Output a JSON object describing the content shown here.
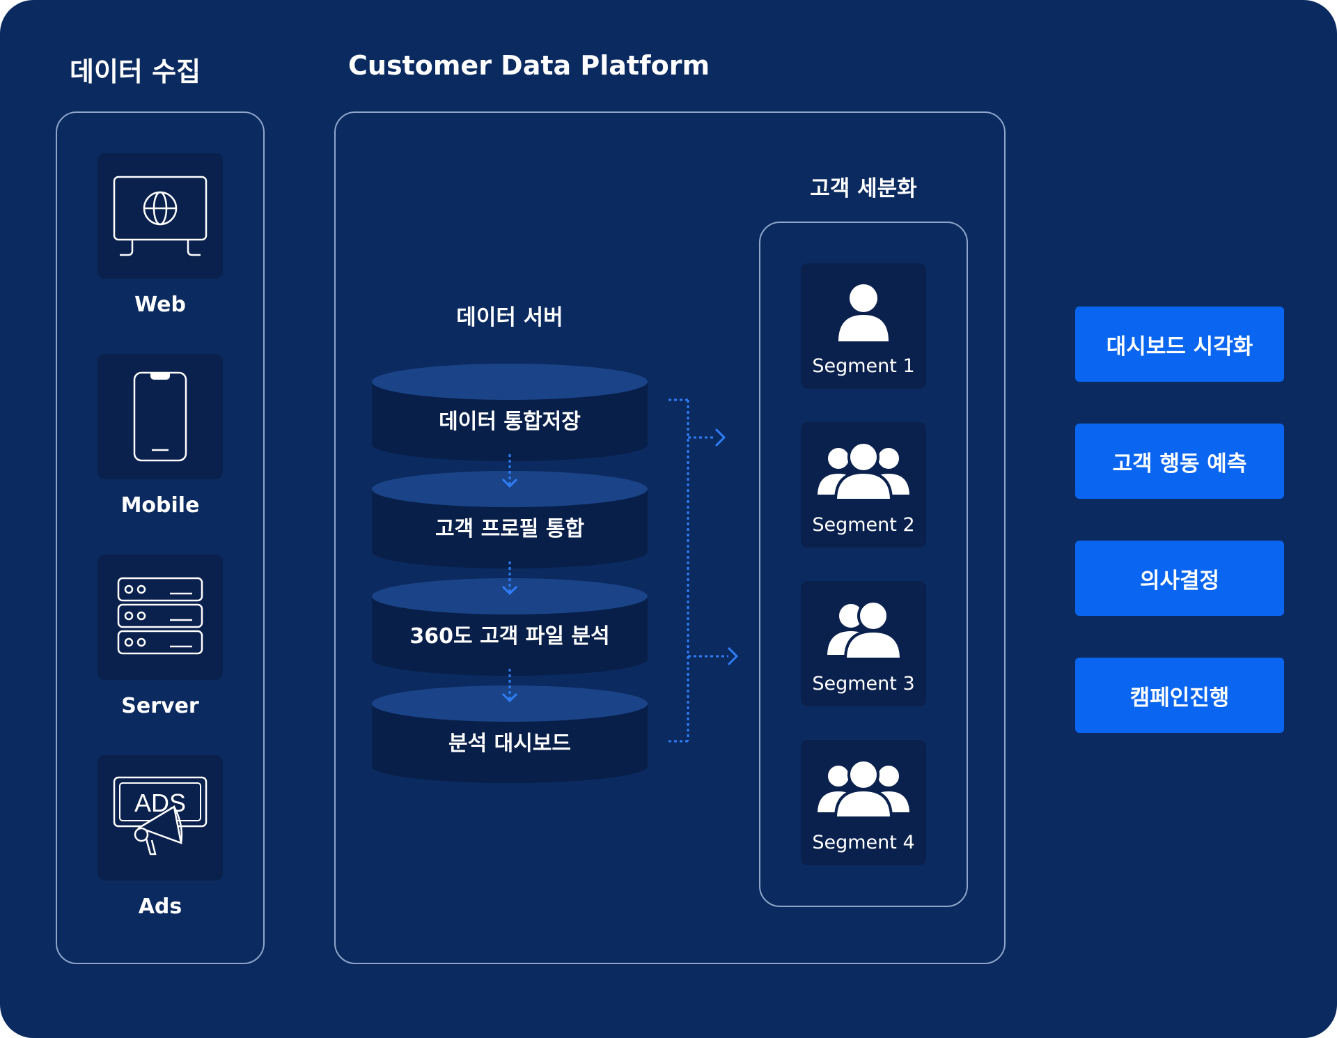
{
  "sections": {
    "collection_title": "데이터 수집",
    "cdp_title": "Customer Data Platform",
    "segmentation_title": "고객 세분화",
    "server_title": "데이터 서버"
  },
  "sources": [
    {
      "label": "Web",
      "icon": "monitor-globe-icon"
    },
    {
      "label": "Mobile",
      "icon": "smartphone-icon"
    },
    {
      "label": "Server",
      "icon": "server-rack-icon"
    },
    {
      "label": "Ads",
      "icon": "ads-megaphone-icon",
      "icon_text": "ADS"
    }
  ],
  "pipeline": [
    {
      "label": "데이터 통합저장"
    },
    {
      "label": "고객 프로필 통합"
    },
    {
      "label": "360도 고객 파일 분석"
    },
    {
      "label": "분석 대시보드"
    }
  ],
  "segments": [
    {
      "label": "Segment 1",
      "icon": "single-user-icon"
    },
    {
      "label": "Segment 2",
      "icon": "user-group-icon"
    },
    {
      "label": "Segment 3",
      "icon": "user-pair-icon"
    },
    {
      "label": "Segment 4",
      "icon": "user-group-icon"
    }
  ],
  "actions": [
    {
      "label": "대시보드 시각화"
    },
    {
      "label": "고객 행동 예측"
    },
    {
      "label": "의사결정"
    },
    {
      "label": "캠페인진행"
    }
  ],
  "colors": {
    "background": "#0b2a5f",
    "tile": "#0a214d",
    "cylinder_top": "#1b4488",
    "cylinder_body": "#081f4a",
    "accent_blue": "#0a66f0",
    "arrow_blue": "#2f7df6",
    "panel_border": "#8ea6cc"
  }
}
